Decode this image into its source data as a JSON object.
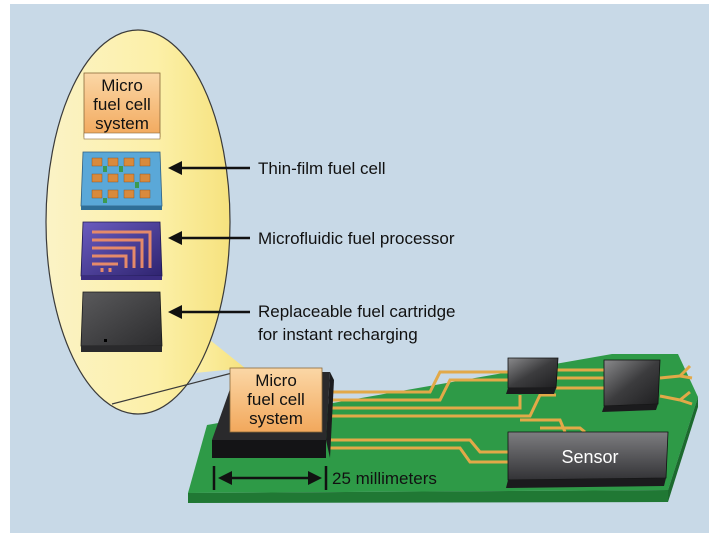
{
  "labels": {
    "top_chip": [
      "Micro",
      "fuel cell",
      "system"
    ],
    "board_chip": [
      "Micro",
      "fuel cell",
      "system"
    ],
    "thin_film": "Thin-film fuel cell",
    "microfluidic": "Microfluidic fuel processor",
    "cartridge": [
      "Replaceable fuel cartridge",
      "for instant recharging"
    ],
    "sensor": "Sensor",
    "scale": "25 millimeters"
  },
  "colors": {
    "background": "#c8d9e7",
    "callout": "#fcf3b4",
    "board": "#2e9a47",
    "trace": "#e2a948",
    "chip_label": "#f7bd7a",
    "thin_film_cell": "#5aa8d8",
    "processor": "#4b3f96",
    "cartridge": "#3e3e40"
  }
}
